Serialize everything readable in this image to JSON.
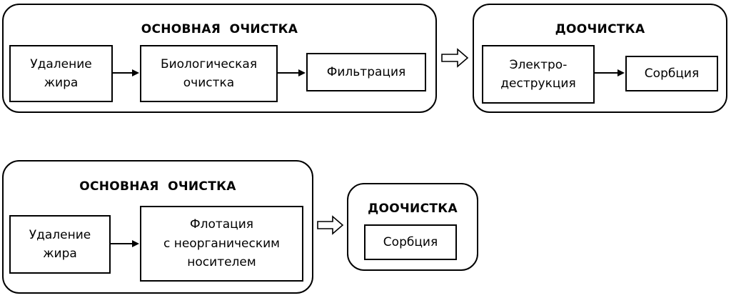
{
  "diagram_top": {
    "main_group": {
      "title": "ОСНОВНАЯ  ОЧИСТКА",
      "boxes": [
        "Удаление\nжира",
        "Биологическая\nочистка",
        "Фильтрация"
      ]
    },
    "post_group": {
      "title": "ДООЧИСТКА",
      "boxes": [
        "Электро-\nдеструкция",
        "Сорбция"
      ]
    }
  },
  "diagram_bottom": {
    "main_group": {
      "title": "ОСНОВНАЯ  ОЧИСТКА",
      "boxes": [
        "Удаление\nжира",
        "Флотация\nс неорганическим\nносителем"
      ]
    },
    "post_group": {
      "title": "ДООЧИСТКА",
      "boxes": [
        "Сорбция"
      ]
    }
  }
}
